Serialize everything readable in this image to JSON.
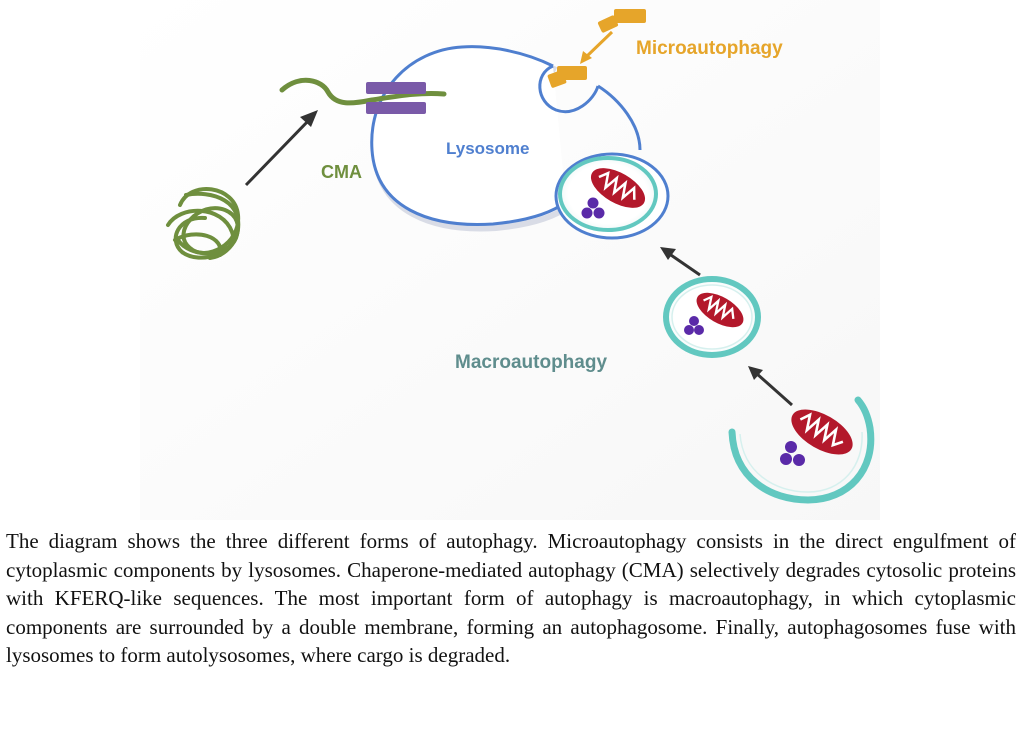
{
  "labels": {
    "microautophagy": "Microautophagy",
    "lysosome": "Lysosome",
    "cma": "CMA",
    "macroautophagy": "Macroautophagy"
  },
  "caption": "The diagram shows the three different forms of autophagy. Microautophagy consists in the direct engulfment of cytoplasmic components by lysosomes. Chaperone-mediated autophagy (CMA) selectively degrades cytosolic proteins with KFERQ-like sequences. The most important form of autophagy is macroautophagy, in which cytoplasmic components are surrounded by a double membrane, forming an autophagosome. Finally, autophagosomes fuse with lysosomes to form autolysosomes, where cargo is degraded.",
  "colors": {
    "micro": "#e6a52a",
    "cma": "#6f8f3e",
    "lysosome": "#4f7fcf",
    "macro": "#5f8d8d",
    "membrane": "#62c8c0",
    "mitochondrion": "#b3182b",
    "cargo": "#5a2aa8",
    "arrow": "#333333"
  }
}
